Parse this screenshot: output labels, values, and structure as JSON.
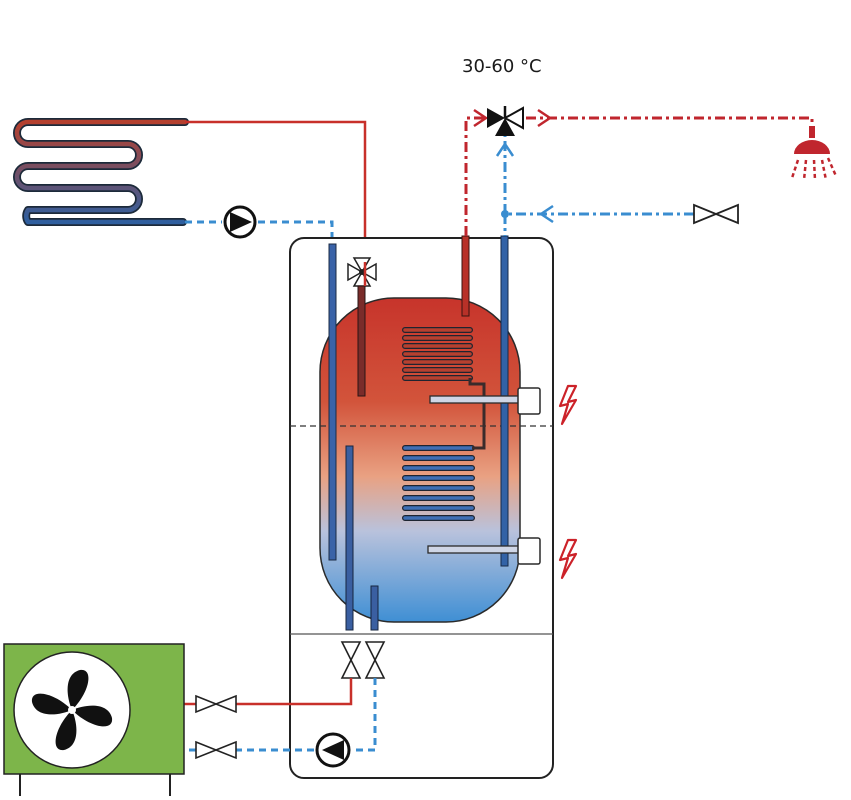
{
  "diagram": {
    "temperature_label": "30-60 °C",
    "components": [
      "solar-collector-coil",
      "solar-circuit-pump",
      "storage-tank",
      "thermostatic-mixing-valve",
      "upper-heat-exchanger-coil",
      "lower-heat-exchanger-coil",
      "electric-heating-element",
      "shower-head",
      "cold-water-shutoff-valve",
      "heat-pump-unit",
      "heat-pump-circulation-pump"
    ]
  },
  "colors": {
    "hot_line": "#c8302a",
    "cold_line": "#2f6fb5",
    "hot_dash": "#c0262e",
    "cold_dash": "#3a8dd0",
    "tank_top": "#c7342b",
    "tank_mid": "#e79a7c",
    "tank_bottom": "#3f8fd4",
    "heat_pump_body": "#7db54a",
    "outline": "#222222",
    "electric_bolt": "#cc2229"
  },
  "icons": {
    "pump": "pump-icon",
    "valve": "gate-valve-icon",
    "mixer": "three-way-valve-icon",
    "shower": "shower-icon",
    "fan": "fan-icon",
    "bolt": "lightning-icon"
  }
}
